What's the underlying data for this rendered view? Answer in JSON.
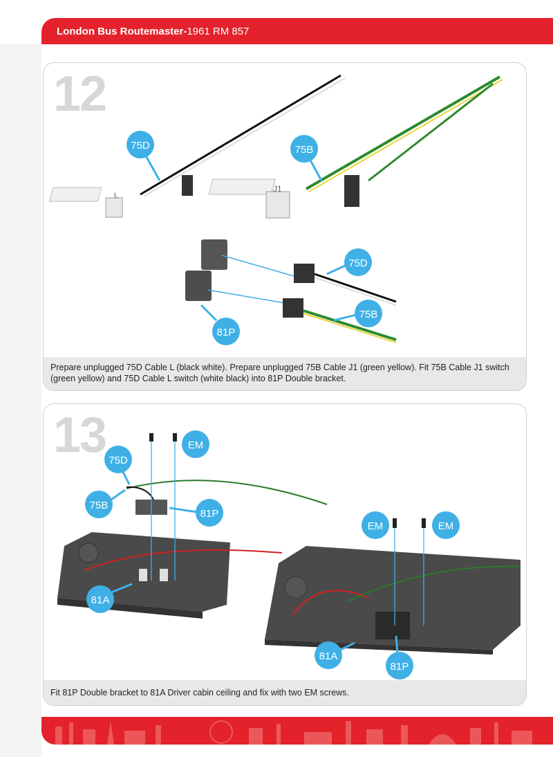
{
  "header": {
    "title_bold": "London Bus Routemaster-",
    "title_regular": "1961 RM 857"
  },
  "step12": {
    "number": "12",
    "labels": {
      "top_75d": "75D",
      "top_75b": "75B",
      "mid_75d": "75D",
      "mid_75b": "75B",
      "bracket_81p": "81P",
      "tag_l": "L",
      "tag_j1": "J1"
    },
    "caption": "Prepare unplugged 75D Cable L (black white). Prepare unplugged 75B Cable J1 (green yellow). Fit 75B Cable J1 switch (green yellow) and 75D Cable L switch (white black) into 81P Double bracket."
  },
  "step13": {
    "number": "13",
    "labels": {
      "em_a": "EM",
      "c_75d": "75D",
      "c_75b": "75B",
      "c_81p_left": "81P",
      "c_81a_left": "81A",
      "em_b": "EM",
      "em_c": "EM",
      "c_81a_right": "81A",
      "c_81p_right": "81P"
    },
    "caption": "Fit 81P Double bracket to 81A Driver cabin ceiling and fix with two EM screws."
  },
  "colors": {
    "brand_red": "#e3222b",
    "callout_blue": "#3fb0e6",
    "step_grey": "#d7d7d7"
  }
}
